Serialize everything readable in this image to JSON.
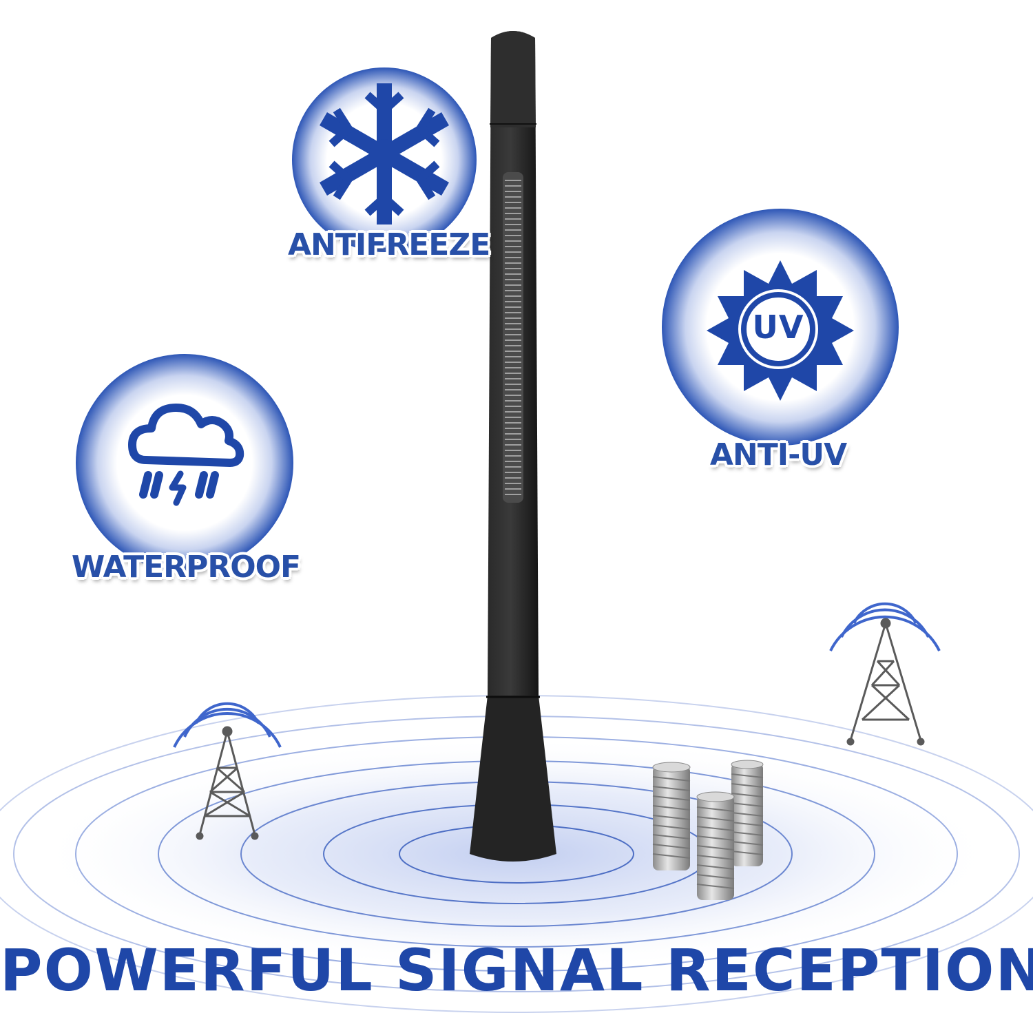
{
  "features": {
    "antifreeze": {
      "label": "ANTIFREEZE",
      "icon": "snowflake-icon"
    },
    "anti_uv": {
      "label": "ANTI-UV",
      "icon": "uv-sun-icon",
      "badge_text": "UV"
    },
    "waterproof": {
      "label": "WATERPROOF",
      "icon": "rain-cloud-icon"
    }
  },
  "headline": "POWERFUL SIGNAL RECEPTION",
  "colors": {
    "brand_blue": "#1f47a8",
    "label_blue": "#2850a8",
    "ring_blue": "#3d63c4",
    "antenna_black": "#222222",
    "screw_silver": "#b9b9b9"
  }
}
